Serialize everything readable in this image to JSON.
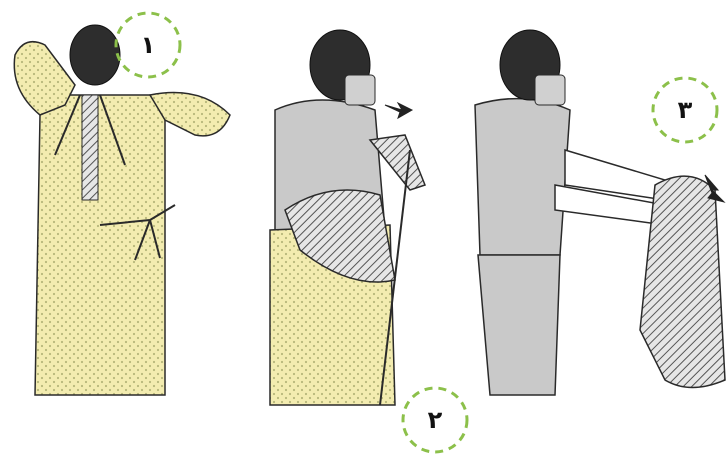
{
  "steps": [
    {
      "label": "١",
      "caption": ""
    },
    {
      "label": "٢",
      "caption": ""
    },
    {
      "label": "٣",
      "caption": ""
    }
  ],
  "colors": {
    "gown_yellow": "#f3ecb0",
    "gown_dots": "#b7b77a",
    "scrubs_gray": "#c9c9c9",
    "outline": "#2a2a2a",
    "hatch": "#555555",
    "badge_dash": "#8cc04a",
    "arrow": "#222222"
  },
  "icons": [
    "untie-neck-ties-icon",
    "pull-gown-off-icon",
    "roll-gown-inside-out-icon"
  ]
}
